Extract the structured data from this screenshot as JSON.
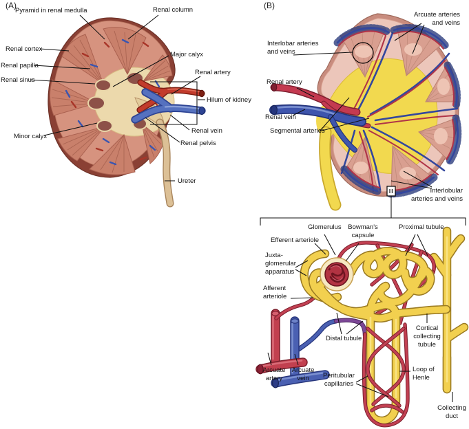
{
  "figure_title": "Kidney anatomy and nephron diagram",
  "panel_a": {
    "tag": "(A)",
    "labels": {
      "pyramid_in_renal_medulla": "Pyramid in renal medulla",
      "renal_column": "Renal column",
      "renal_cortex": "Renal cortex",
      "major_calyx": "Major calyx",
      "renal_papilla": "Renal papilla",
      "renal_artery": "Renal artery",
      "renal_sinus": "Renal sinus",
      "hilum_of_kidney": "Hilum of kidney",
      "minor_calyx": "Minor calyx",
      "renal_vein": "Renal vein",
      "renal_pelvis": "Renal pelvis",
      "ureter": "Ureter"
    }
  },
  "panel_b": {
    "tag": "(B)",
    "labels": {
      "arcuate_arteries_and_veins": "Arcuate arteries and veins",
      "interlobar_arteries_and_veins": "Interlobar arteries and veins",
      "renal_artery": "Renal artery",
      "renal_vein": "Renal vein",
      "segmental_arteries": "Segmental arteries",
      "interlobular_arteries_and_veins": "Interlobular arteries and veins"
    }
  },
  "nephron": {
    "labels": {
      "glomerulus": "Glomerulus",
      "bowmans_capsule": "Bowman's capsule",
      "proximal_tubule": "Proximal tubule",
      "efferent_arteriole": "Efferent arteriole",
      "juxtaglomerular_apparatus": "Juxta-glomerular apparatus",
      "afferent_arteriole": "Afferent arteriole",
      "distal_tubule": "Distal tubule",
      "cortical_collecting_tubule": "Cortical collecting tubule",
      "arcuate_artery": "Arcuate artery",
      "arcuate_vein": "Arcuate vein",
      "peritubular_capillaries": "Peritubular capillaries",
      "loop_of_henle": "Loop of Henle",
      "collecting_duct": "Collecting duct"
    }
  },
  "colors": {
    "artery_red": "#c23b2c",
    "artery_red_b": "#c43a50",
    "vein_blue": "#4a60b2",
    "cortex_salmon": "#d6937f",
    "cortex_pink": "#ecc6ba",
    "capsule_brown": "#8a4034",
    "sinus_cream": "#ecd9ac",
    "sinus_yellow": "#f2d94f",
    "tubule_yellow": "#f2d04f",
    "glomerulus_red": "#b23342",
    "purple_vessel": "#7c4796",
    "label_text": "#141414"
  }
}
